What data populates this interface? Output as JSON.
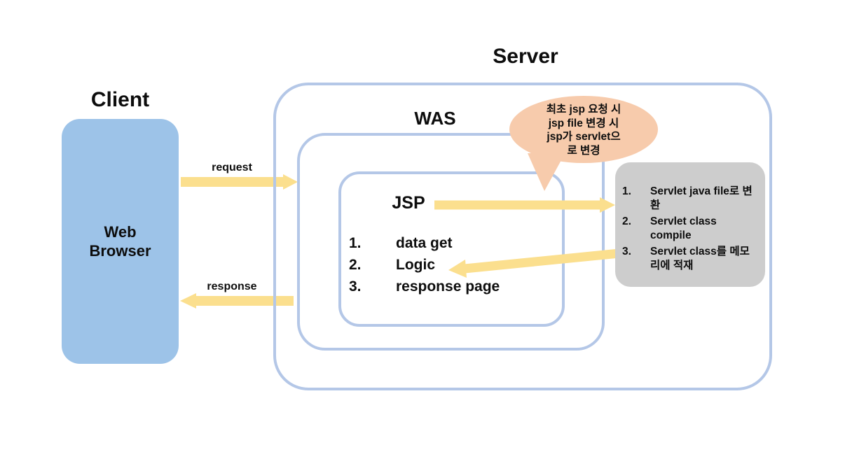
{
  "labels": {
    "server": "Server",
    "client": "Client",
    "was": "WAS",
    "jsp": "JSP",
    "web_browser": "Web Browser",
    "request": "request",
    "response": "response"
  },
  "jsp_steps": [
    {
      "num": "1.",
      "text": "data get"
    },
    {
      "num": "2.",
      "text": "Logic"
    },
    {
      "num": "3.",
      "text": "response page"
    }
  ],
  "servlet_steps": [
    {
      "num": "1.",
      "text": "Servlet java file로 변환"
    },
    {
      "num": "2.",
      "text": "Servlet class compile"
    },
    {
      "num": "3.",
      "text": "Servlet class를 메모리에 적재"
    }
  ],
  "speech_bubble": {
    "lines": [
      "최초 jsp 요청 시",
      "jsp file 변경 시",
      "jsp가 servlet으",
      "로 변경"
    ]
  },
  "colors": {
    "box_border": "#b4c7e7",
    "client_fill": "#9dc3e8",
    "arrow": "#fbdf8e",
    "bubble_fill": "#f7cbac",
    "servlet_fill": "#cdcdcd",
    "text": "#0d0d0d",
    "background": "#ffffff"
  }
}
